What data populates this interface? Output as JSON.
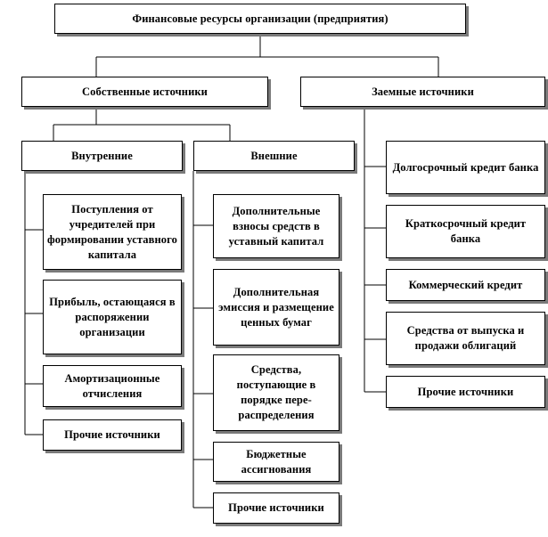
{
  "root": {
    "label": "Финансовые ресурсы организации (предприятия)"
  },
  "own_sources": {
    "label": "Собственные источники",
    "internal": {
      "label": "Внутренние",
      "items": [
        "Поступления от учредителей при формировании уставного капитала",
        "Прибыль, остающаяся в распоряжении организации",
        "Амортизационные отчисления",
        "Прочие источники"
      ]
    },
    "external": {
      "label": "Внешние",
      "items": [
        "Дополнительные взносы средств в уставный капитал",
        "Дополнительная эмиссия и размещение ценных бумаг",
        "Средства, поступающие в порядке пере-распределения",
        "Бюджетные ассигнования",
        "Прочие источники"
      ]
    }
  },
  "borrowed_sources": {
    "label": "Заемные источники",
    "items": [
      "Долгосрочный кредит банка",
      "Краткосрочный кредит банка",
      "Коммерческий кредит",
      "Средства от выпуска и продажи облигаций",
      "Прочие источники"
    ]
  }
}
